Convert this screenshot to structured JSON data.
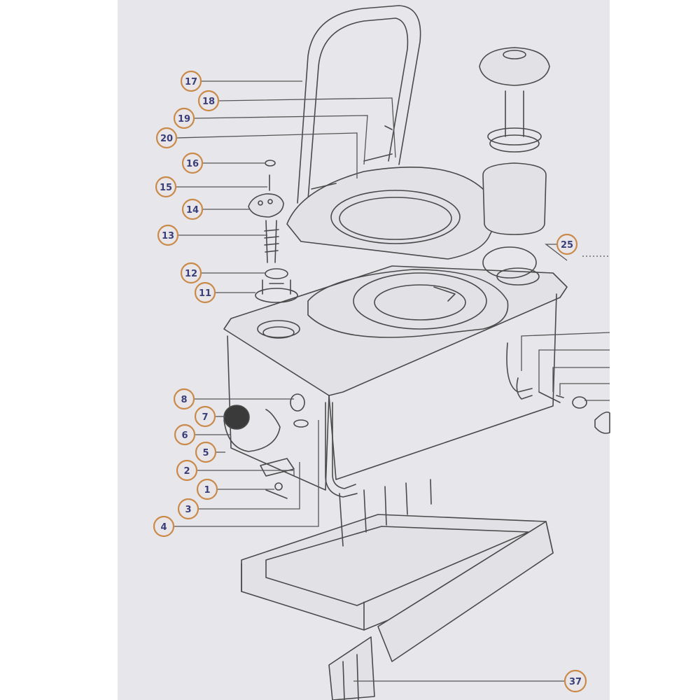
{
  "colors": {
    "page_background": "#e7e7eb",
    "callout_ring": "#c98a4a",
    "callout_text": "#3a3f7a",
    "line_art": "#4a4a4a"
  },
  "callouts": [
    {
      "id": "c17",
      "label": "17"
    },
    {
      "id": "c18",
      "label": "18"
    },
    {
      "id": "c19",
      "label": "19"
    },
    {
      "id": "c20",
      "label": "20"
    },
    {
      "id": "c16",
      "label": "16"
    },
    {
      "id": "c15",
      "label": "15"
    },
    {
      "id": "c14",
      "label": "14"
    },
    {
      "id": "c13",
      "label": "13"
    },
    {
      "id": "c12",
      "label": "12"
    },
    {
      "id": "c11",
      "label": "11"
    },
    {
      "id": "c25",
      "label": "25"
    },
    {
      "id": "c8",
      "label": "8"
    },
    {
      "id": "c7",
      "label": "7"
    },
    {
      "id": "c6",
      "label": "6"
    },
    {
      "id": "c5",
      "label": "5"
    },
    {
      "id": "c2",
      "label": "2"
    },
    {
      "id": "c1",
      "label": "1"
    },
    {
      "id": "c3",
      "label": "3"
    },
    {
      "id": "c4",
      "label": "4"
    },
    {
      "id": "c37",
      "label": "37"
    }
  ]
}
